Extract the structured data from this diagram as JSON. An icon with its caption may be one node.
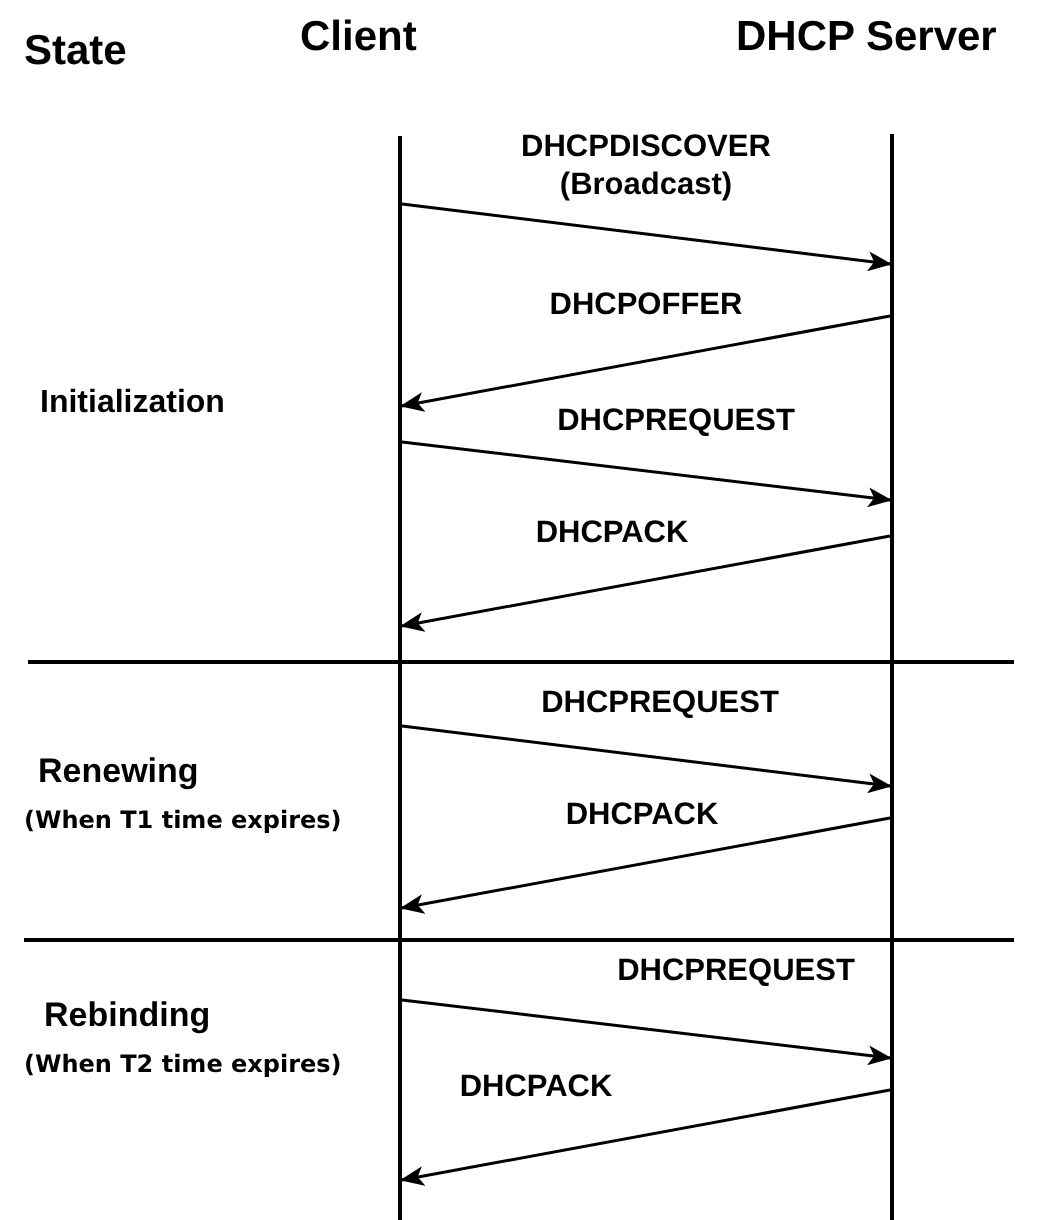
{
  "diagram": {
    "nodes": [
      {
        "text": [],
        "shape": "bar",
        "beside": [
          "Client"
        ]
      },
      {
        "text": [],
        "shape": "bar",
        "beside": [
          "DHCP Server"
        ]
      }
    ],
    "edges": [
      {
        "from": 0,
        "to": 1,
        "arrow": "to",
        "label": "DHCPDISCOVER (Broadcast)"
      },
      {
        "from": 1,
        "to": 0,
        "arrow": "to",
        "label": "DHCPOFFER"
      },
      {
        "from": 0,
        "to": 1,
        "arrow": "to",
        "label": "DHCPREQUEST"
      },
      {
        "from": 1,
        "to": 0,
        "arrow": "to",
        "label": "DHCPACK"
      },
      {
        "from": 0,
        "to": 1,
        "arrow": "to",
        "label": "DHCPREQUEST"
      },
      {
        "from": 1,
        "to": 0,
        "arrow": "to",
        "label": "DHCPACK"
      },
      {
        "from": 0,
        "to": 1,
        "arrow": "to",
        "label": "DHCPREQUEST"
      },
      {
        "from": 1,
        "to": 0,
        "arrow": "to",
        "label": "DHCPACK"
      }
    ],
    "labels": [
      "State",
      "Initialization",
      "Renewing",
      "(When T1 time expires)",
      "Rebinding",
      "(When T2 time expires)"
    ]
  }
}
